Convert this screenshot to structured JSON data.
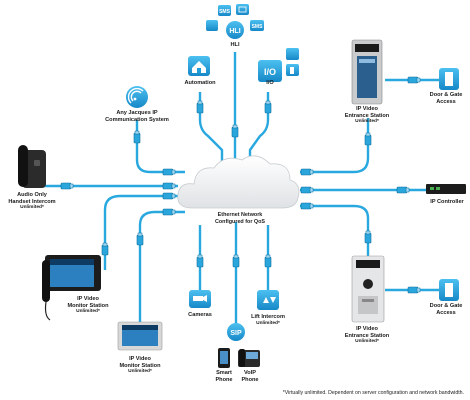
{
  "network": {
    "line1": "Ethernet Network",
    "line2": "Configured for QoS"
  },
  "hli": {
    "label": "HLI",
    "badge_sms": "SMS",
    "badge_hli": "HLI",
    "badge_sms2": "SMS"
  },
  "automation": {
    "label": "Automation"
  },
  "io": {
    "label": "I/O",
    "badge": "I/O"
  },
  "jacques": {
    "label_line1": "Any Jacques IP",
    "label_line2": "Communication System"
  },
  "audio_handset": {
    "line1": "Audio Only",
    "line2": "Handset Intercom",
    "sub": "Unlimited*"
  },
  "ip_monitor_top": {
    "line1": "IP Video",
    "line2": "Monitor Station",
    "sub": "Unlimited*"
  },
  "ip_monitor_bottom": {
    "line1": "IP Video",
    "line2": "Monitor Station",
    "sub": "Unlimited*"
  },
  "cameras": {
    "label": "Cameras"
  },
  "lift": {
    "label": "Lift Intercom",
    "sub": "Unlimited*"
  },
  "sip": {
    "badge": "SIP"
  },
  "smart_phone": {
    "line1": "Smart",
    "line2": "Phone"
  },
  "voip_phone": {
    "line1": "VoIP",
    "line2": "Phone"
  },
  "entrance_top": {
    "line1": "IP Video",
    "line2": "Entrance Station",
    "sub": "Unlimited*"
  },
  "entrance_bottom": {
    "line1": "IP Video",
    "line2": "Entrance Station",
    "sub": "Unlimited*"
  },
  "door_gate_top": {
    "line1": "Door & Gate",
    "line2": "Access"
  },
  "door_gate_bottom": {
    "line1": "Door & Gate",
    "line2": "Access"
  },
  "ip_controller": {
    "label": "IP Controller"
  },
  "footnote": "*Virtually unlimited. Dependent on server configuration and network bandwidth.",
  "colors": {
    "cable": "#29a8e0",
    "badge": "#1e9fdc",
    "cloud": "#f0f1f2"
  }
}
